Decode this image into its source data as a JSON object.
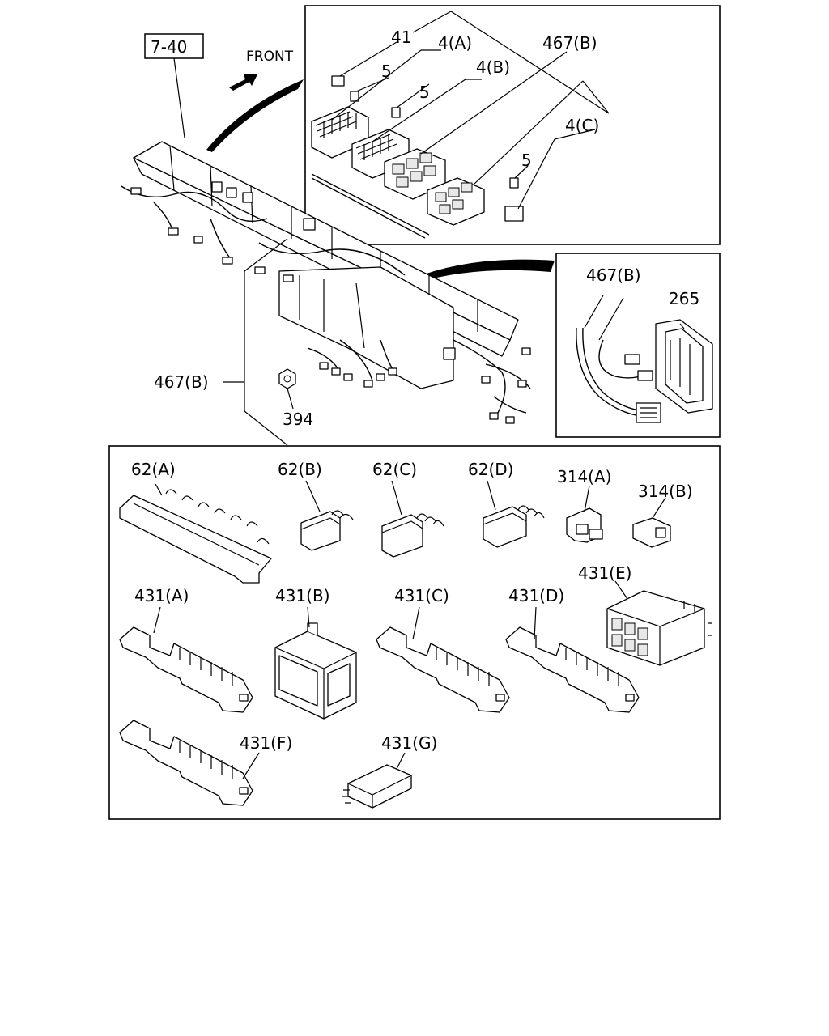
{
  "reference_box": "7-40",
  "direction_label": "FRONT",
  "labels": {
    "p41": "41",
    "p4a": "4(A)",
    "p5_1": "5",
    "p4b": "4(B)",
    "p5_2": "5",
    "p467b_top": "467(B)",
    "p4c": "4(C)",
    "p5_3": "5",
    "p467b_right": "467(B)",
    "p265": "265",
    "p467b_left": "467(B)",
    "p394": "394",
    "p62a": "62(A)",
    "p62b": "62(B)",
    "p62c": "62(C)",
    "p62d": "62(D)",
    "p314a": "314(A)",
    "p314b": "314(B)",
    "p431a": "431(A)",
    "p431b": "431(B)",
    "p431c": "431(C)",
    "p431d": "431(D)",
    "p431e": "431(E)",
    "p431f": "431(F)",
    "p431g": "431(G)"
  }
}
